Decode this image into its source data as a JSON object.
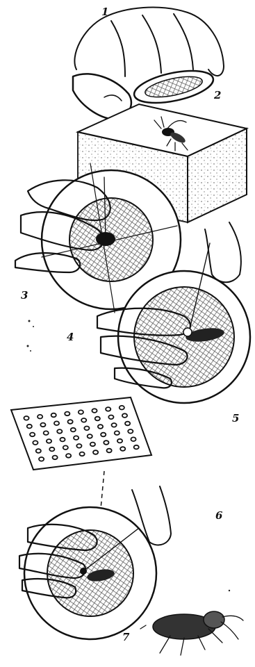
{
  "figure": {
    "labels": [
      "1",
      "2",
      "3",
      "4",
      "5",
      "6",
      "7"
    ]
  },
  "colors": {
    "ink": "#111111",
    "paper": "#ffffff",
    "hatch": "#555555"
  }
}
